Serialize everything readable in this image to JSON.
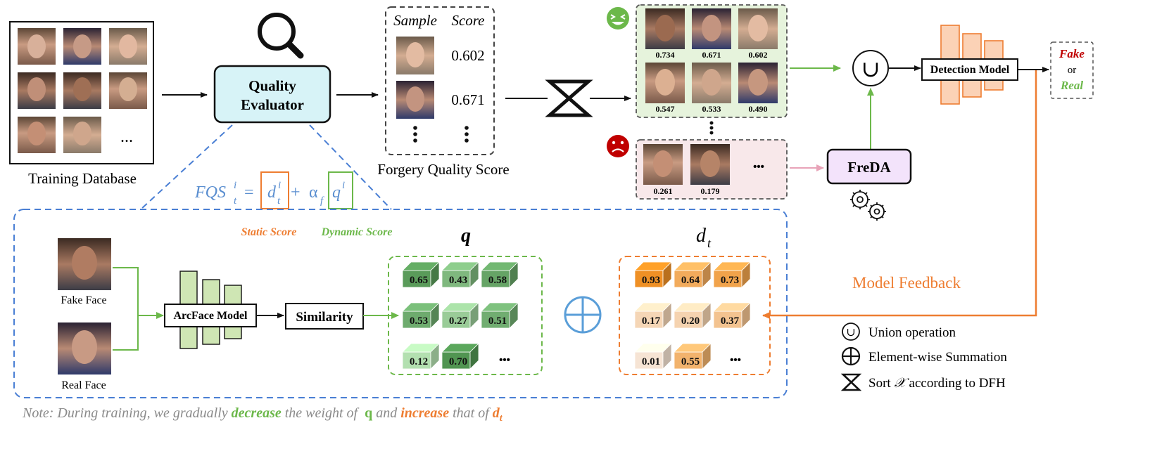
{
  "training_database": {
    "label": "Training Database",
    "ellipsis": "..."
  },
  "quality_evaluator": {
    "line1": "Quality",
    "line2": "Evaluator",
    "icon": "magnifier-icon"
  },
  "sample_table": {
    "header_sample": "Sample",
    "header_score": "Score",
    "scores": [
      "0.602",
      "0.671"
    ],
    "caption": "Forgery Quality Score"
  },
  "formula": {
    "lhs": "FQS",
    "lhs_sub": "t",
    "lhs_sup": "i",
    "equals": "=",
    "d": "d",
    "d_sub": "t",
    "d_sup": "i",
    "plus": "+",
    "alpha": "α",
    "alpha_sub": "f",
    "q": "q",
    "q_sup": "i",
    "static_label": "Static Score",
    "dynamic_label": "Dynamic Score"
  },
  "good_samples": {
    "scores": [
      "0.734",
      "0.671",
      "0.602",
      "0.547",
      "0.533",
      "0.490"
    ],
    "icon": "happy-face-icon"
  },
  "bad_samples": {
    "scores": [
      "0.261",
      "0.179"
    ],
    "ellipsis": "•••",
    "icon": "sad-face-icon"
  },
  "union_symbol": "∪",
  "detection_model": {
    "label": "Detection Model"
  },
  "output": {
    "fake": "Fake",
    "or": "or",
    "real": "Real"
  },
  "freda": {
    "label": "FreDA",
    "icon": "gears-icon"
  },
  "model_feedback": "Model Feedback",
  "faces": {
    "fake_label": "Fake Face",
    "real_label": "Real Face"
  },
  "arcface": {
    "label": "ArcFace Model"
  },
  "similarity": {
    "label": "Similarity"
  },
  "q_block": {
    "title": "q",
    "values": [
      "0.65",
      "0.43",
      "0.58",
      "0.53",
      "0.27",
      "0.51",
      "0.12",
      "0.70"
    ],
    "ellipsis": "•••"
  },
  "dt_block": {
    "title": "d",
    "title_sub": "t",
    "values": [
      "0.93",
      "0.64",
      "0.73",
      "0.17",
      "0.20",
      "0.37",
      "0.01",
      "0.55"
    ],
    "ellipsis": "•••"
  },
  "legend": {
    "union": "Union operation",
    "sum": "Element-wise Summation",
    "sort_prefix": "Sort ",
    "sort_symbol": "𝒳",
    "sort_suffix": " according to DFH"
  },
  "note": {
    "p1": "Note: During training, we gradually ",
    "decrease": "decrease",
    "p2": " the weight of  ",
    "q": "q",
    "p3": " and ",
    "increase": "increase",
    "p4": " that of ",
    "d": "d",
    "d_sub": "t"
  },
  "colors": {
    "blue_dash": "#4a7fd4",
    "green": "#6cb84a",
    "orange": "#ee7d31",
    "pink": "#e8a3b8",
    "red_text": "#c00000",
    "evaluator_fill": "#d7f3f7",
    "freda_fill": "#f3e3fb"
  }
}
